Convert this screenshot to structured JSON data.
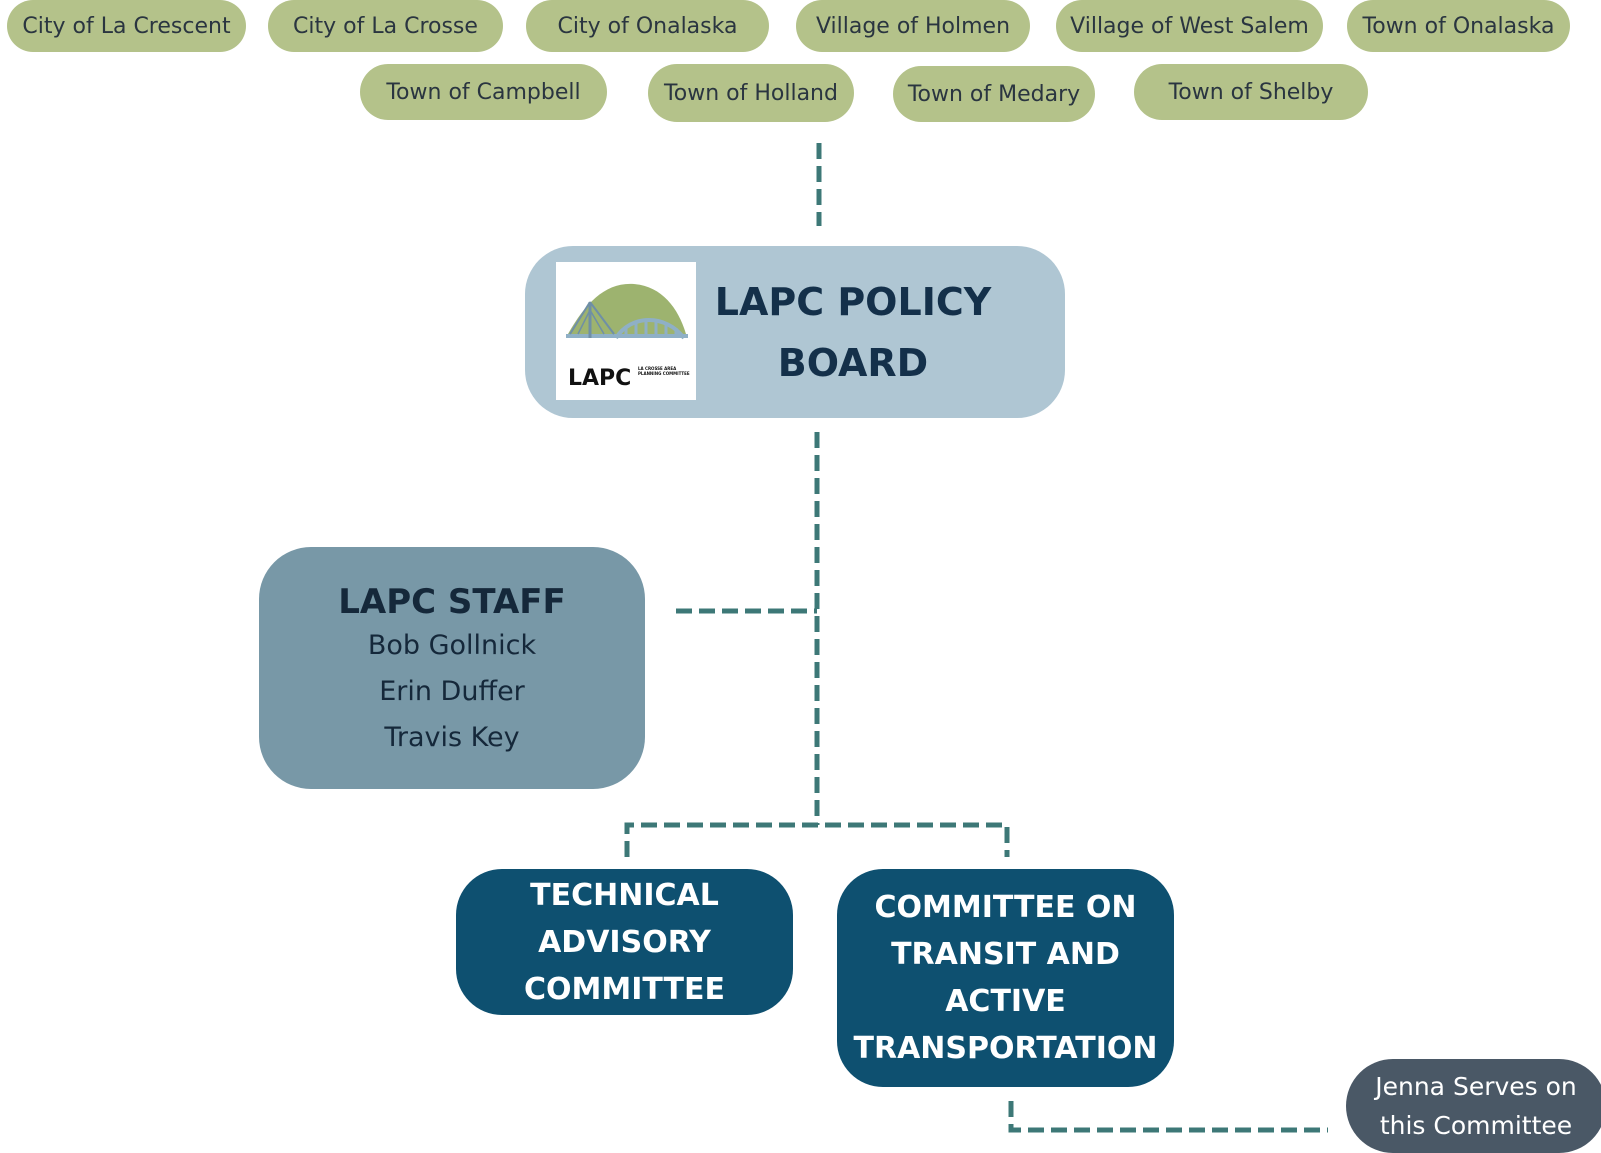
{
  "members_top_row": [
    "City of La Crescent",
    "City of La Crosse",
    "City of Onalaska",
    "Village of Holmen",
    "Village of West Salem",
    "Town of Onalaska"
  ],
  "members_second_row": [
    "Town of Campbell",
    "Town of Holland",
    "Town of Medary",
    "Town of Shelby"
  ],
  "policy_board": {
    "logo_text": "LAPC",
    "logo_subtext": "LA CROSSE AREA PLANNING COMMITTEE",
    "title_line1": "LAPC POLICY",
    "title_line2": "BOARD"
  },
  "staff": {
    "title": "LAPC STAFF",
    "members": [
      "Bob Gollnick",
      "Erin Duffer",
      "Travis Key"
    ]
  },
  "technical_committee": {
    "lines": [
      "TECHNICAL",
      "ADVISORY",
      "COMMITTEE"
    ]
  },
  "transit_committee": {
    "lines": [
      "COMMITTEE ON",
      "TRANSIT AND",
      "ACTIVE",
      "TRANSPORTATION"
    ]
  },
  "note": {
    "line1": "Jenna Serves on",
    "line2": "this Committee"
  },
  "colors": {
    "member_pill": "#b4c28a",
    "policy_board": "#afc6d3",
    "staff": "#7898a7",
    "committee": "#0e5070",
    "note": "#4a5866",
    "connector": "#3d7877",
    "logo_hill": "#9db36f",
    "logo_bridge": "#8fb0c6"
  }
}
